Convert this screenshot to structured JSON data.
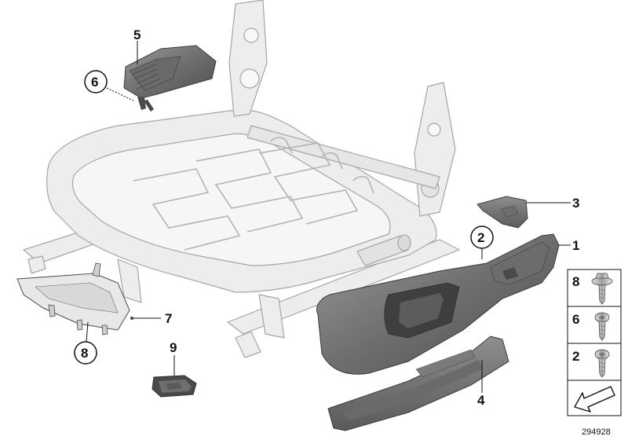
{
  "diagram_id": "294928",
  "callouts": {
    "c1": "1",
    "c2": "2",
    "c3": "3",
    "c4": "4",
    "c5": "5",
    "c6": "6",
    "c7": "7",
    "c8": "8",
    "c9": "9"
  },
  "fastener_legend": [
    "8",
    "6",
    "2"
  ],
  "colors": {
    "frame_outline": "#9a9a9a",
    "frame_fill": "#eeeeee",
    "trim_dark": "#5e5e5e",
    "trim_mid": "#8b8b8b",
    "bracket": "#4a4a4a"
  }
}
